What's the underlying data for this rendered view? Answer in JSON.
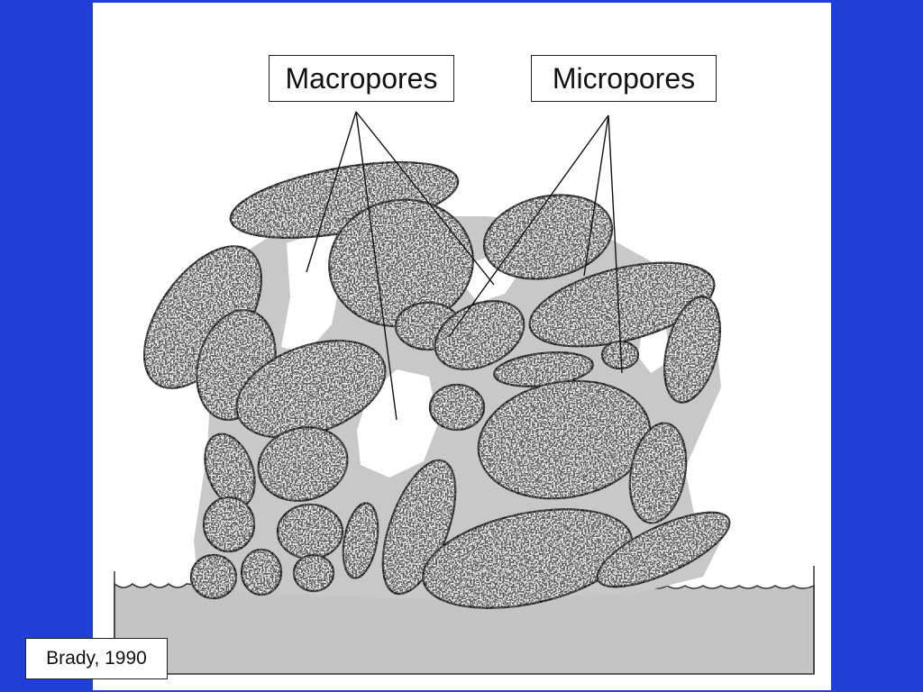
{
  "labels": {
    "macropores": "Macropores",
    "micropores": "Micropores"
  },
  "citation": "Brady, 1990",
  "colors": {
    "slide_background": "#1f3fd6",
    "panel": "#ffffff",
    "water": "#c4c4c4",
    "pore_gray": "#c8c8c8",
    "aggregate_fill": "#f2f2f2",
    "aggregate_speckle": "#1a1a1a",
    "leader_line": "#111111"
  }
}
